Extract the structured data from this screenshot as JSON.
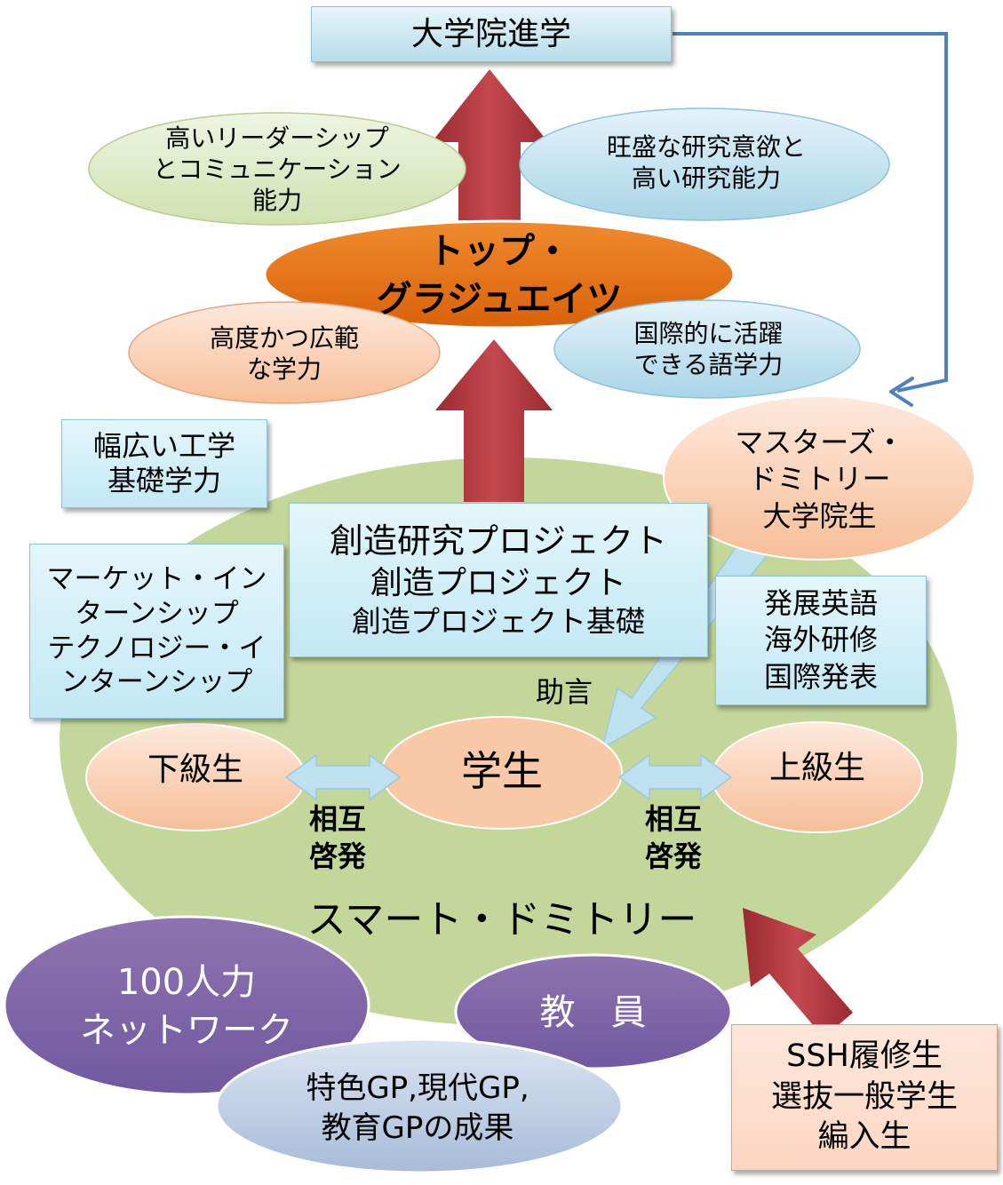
{
  "graduate_school": "大学院進学",
  "leadership": [
    "高いリーダーシップ",
    "とコミュニケーション",
    "能力"
  ],
  "research": [
    "旺盛な研究意欲と",
    "高い研究能力"
  ],
  "top_graduates": [
    "トップ・",
    "グラジュエイツ"
  ],
  "academic_ability": [
    "高度かつ広範",
    "な学力"
  ],
  "language_ability": [
    "国際的に活躍",
    "できる語学力"
  ],
  "engineering_basics": [
    "幅広い工学",
    "基礎学力"
  ],
  "masters_dormitory": [
    "マスターズ・",
    "ドミトリー",
    "大学院生"
  ],
  "creative_projects": [
    "創造研究プロジェクト",
    "創造プロジェクト",
    "創造プロジェクト基礎"
  ],
  "internships": [
    "マーケット・イン",
    "ターンシップ",
    "テクノロジー・イ",
    "ンターンシップ"
  ],
  "english_programs": [
    "発展英語",
    "海外研修",
    "国際発表"
  ],
  "advice": "助言",
  "junior_students": "下級生",
  "student": "学生",
  "senior_students": "上級生",
  "mutual_left": [
    "相互",
    "啓発"
  ],
  "mutual_right": [
    "相互",
    "啓発"
  ],
  "smart_dormitory": "スマート・ドミトリー",
  "network_100": [
    "100人力",
    "ネットワーク"
  ],
  "faculty": "教　員",
  "gp_results": [
    "特色GP,現代GP,",
    "教育GPの成果"
  ],
  "ssh_students": [
    "SSH履修生",
    "選抜一般学生",
    "編入生"
  ],
  "colors": {
    "red_arrow": "#b3383f",
    "top_graduates": "#e46c0a",
    "dormitory_ellipse": "#c4d79b",
    "purple": "#8064a2",
    "light_orange": "#f9c9a7",
    "light_blue": "#bfe0ee",
    "light_green": "#d8e7c0",
    "connector_blue": "#4f81bd"
  }
}
